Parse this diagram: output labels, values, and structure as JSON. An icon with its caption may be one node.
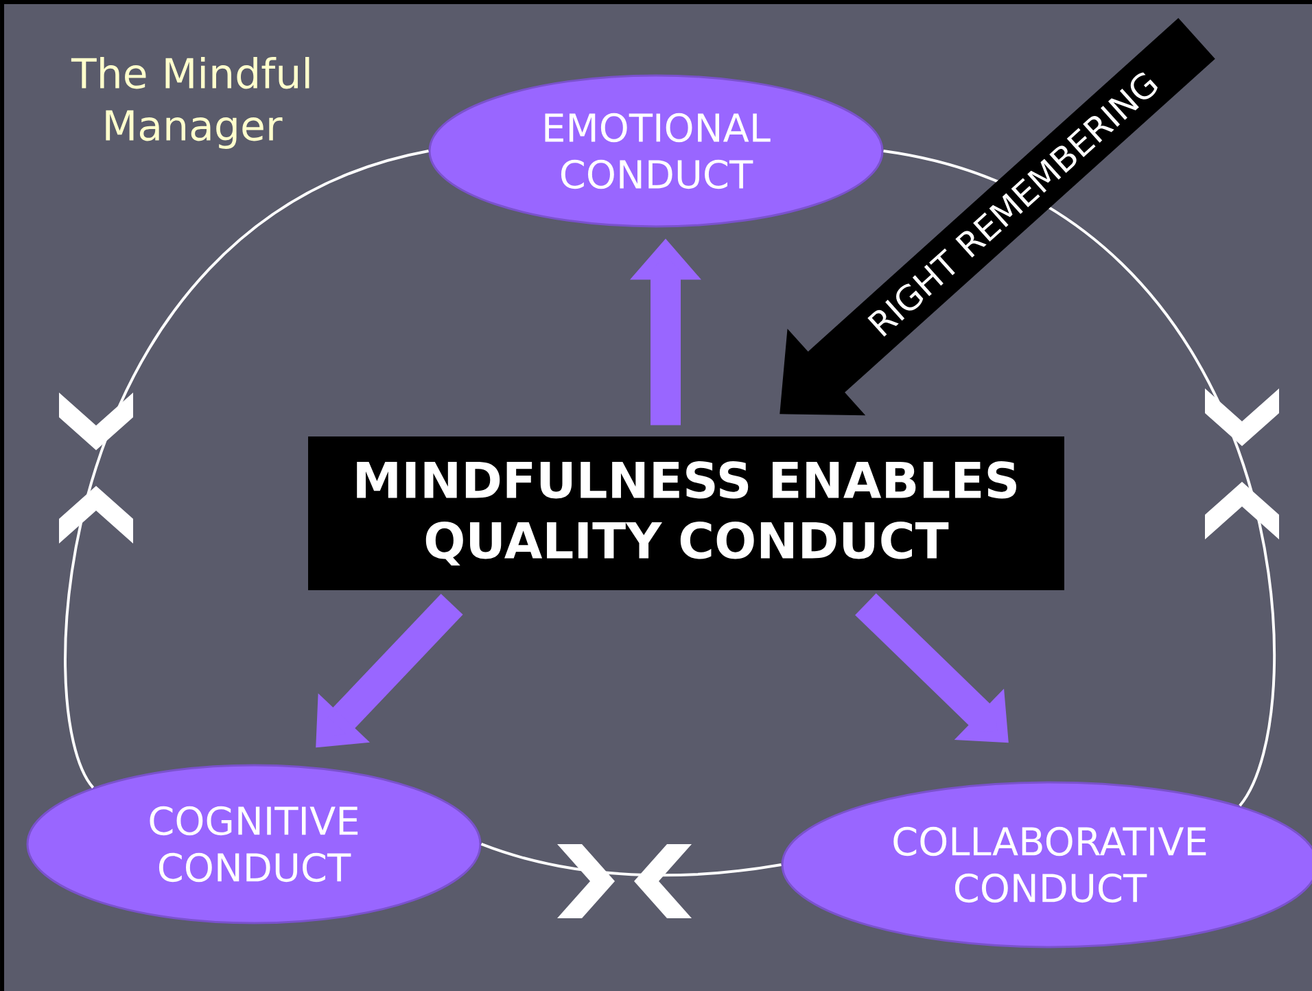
{
  "diagram": {
    "title": "The Mindful Manager",
    "nodes": [
      {
        "text": [
          "EMOTIONAL CONDUCT"
        ]
      },
      {
        "text": [
          "MINDFULNESS ENABLES QUALITY CONDUCT"
        ]
      },
      {
        "text": [
          "COGNITIVE CONDUCT"
        ]
      },
      {
        "text": [
          "COLLABORATIVE CONDUCT"
        ]
      }
    ],
    "edges": [
      {
        "from": 1,
        "to": 0,
        "arrow": "to",
        "color": "#9966ff"
      },
      {
        "from": 1,
        "to": 2,
        "arrow": "to",
        "color": "#9966ff"
      },
      {
        "from": 1,
        "to": 3,
        "arrow": "to",
        "color": "#9966ff"
      },
      {
        "from": null,
        "to": 1,
        "arrow": "to",
        "style": "thick",
        "color": "#000000",
        "label": "RIGHT REMEMBERING"
      },
      {
        "from": 0,
        "to": 2,
        "arrow": "none",
        "color": "#ffffff"
      },
      {
        "from": 0,
        "to": 3,
        "arrow": "none",
        "color": "#ffffff"
      },
      {
        "from": 2,
        "to": 3,
        "arrow": "none",
        "color": "#ffffff"
      }
    ]
  }
}
